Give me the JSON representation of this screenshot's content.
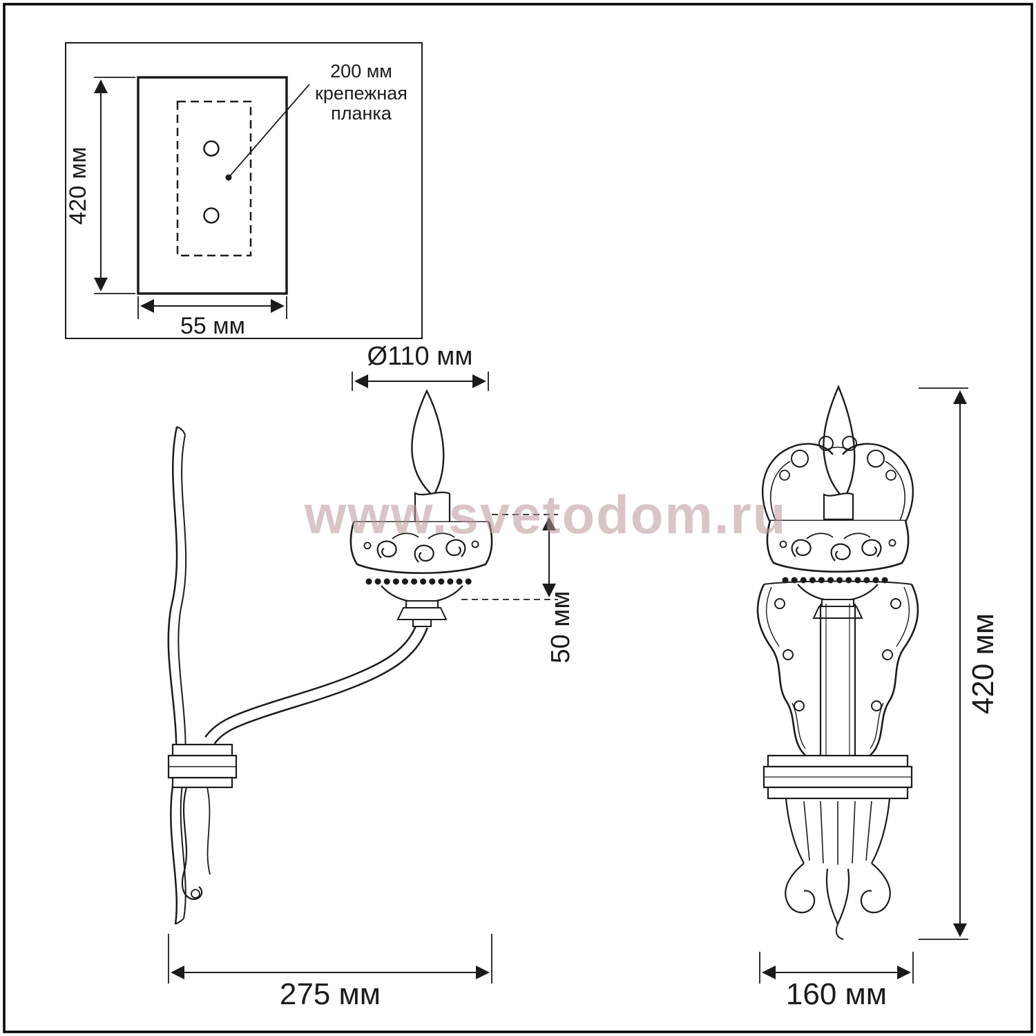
{
  "watermark": {
    "text": "www.svetodom.ru"
  },
  "annotation": {
    "bar_dim": "200 мм",
    "bar_name_line1": "крепежная",
    "bar_name_line2": "планка"
  },
  "dimensions": {
    "plate_height": "420 мм",
    "plate_width": "55 мм",
    "shade_diameter": "Ø110 мм",
    "shade_height": "50 мм",
    "depth": "275 мм",
    "total_height": "420 мм",
    "width": "160 мм"
  },
  "colors": {
    "line": "#1b1b1b",
    "watermark": "#b99595"
  }
}
